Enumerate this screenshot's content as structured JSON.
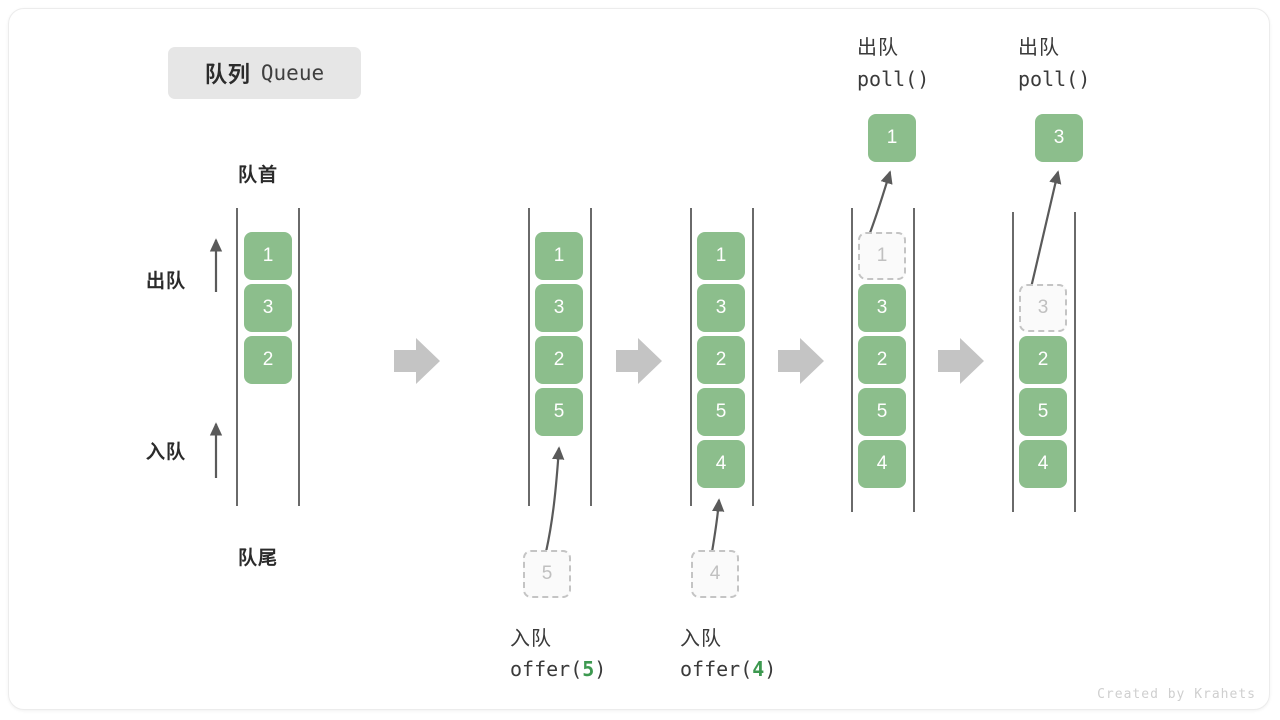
{
  "title": {
    "cn": "队列",
    "en": "Queue"
  },
  "credit": "Created by Krahets",
  "colors": {
    "element_fill": "#8cbe8c",
    "element_text": "#ffffff",
    "ghost_border": "#c4c4c4",
    "ghost_text": "#c0c0c0",
    "rail": "#5a5a5a",
    "step_arrow": "#c4c4c4",
    "accent_green": "#3d9950",
    "badge_bg": "#e6e6e6"
  },
  "side_labels": {
    "head": "队首",
    "tail": "队尾",
    "dequeue": "出队",
    "enqueue": "入队"
  },
  "stages": [
    {
      "id": "initial",
      "cells": [
        {
          "value": "1",
          "state": "filled",
          "slot": 0
        },
        {
          "value": "3",
          "state": "filled",
          "slot": 1
        },
        {
          "value": "2",
          "state": "filled",
          "slot": 2
        }
      ],
      "top_caption": null,
      "popped": null,
      "incoming": null,
      "bottom_caption": null
    },
    {
      "id": "offer-5",
      "cells": [
        {
          "value": "1",
          "state": "filled",
          "slot": 0
        },
        {
          "value": "3",
          "state": "filled",
          "slot": 1
        },
        {
          "value": "2",
          "state": "filled",
          "slot": 2
        },
        {
          "value": "5",
          "state": "filled",
          "slot": 3
        }
      ],
      "top_caption": null,
      "popped": null,
      "incoming": {
        "value": "5"
      },
      "bottom_caption": {
        "cn": "入队",
        "fn_prefix": "offer(",
        "fn_arg": "5",
        "fn_suffix": ")"
      }
    },
    {
      "id": "offer-4",
      "cells": [
        {
          "value": "1",
          "state": "filled",
          "slot": 0
        },
        {
          "value": "3",
          "state": "filled",
          "slot": 1
        },
        {
          "value": "2",
          "state": "filled",
          "slot": 2
        },
        {
          "value": "5",
          "state": "filled",
          "slot": 3
        },
        {
          "value": "4",
          "state": "filled",
          "slot": 4
        }
      ],
      "top_caption": null,
      "popped": null,
      "incoming": {
        "value": "4"
      },
      "bottom_caption": {
        "cn": "入队",
        "fn_prefix": "offer(",
        "fn_arg": "4",
        "fn_suffix": ")"
      }
    },
    {
      "id": "poll-1",
      "cells": [
        {
          "value": "1",
          "state": "ghost",
          "slot": 0
        },
        {
          "value": "3",
          "state": "filled",
          "slot": 1
        },
        {
          "value": "2",
          "state": "filled",
          "slot": 2
        },
        {
          "value": "5",
          "state": "filled",
          "slot": 3
        },
        {
          "value": "4",
          "state": "filled",
          "slot": 4
        }
      ],
      "top_caption": {
        "cn": "出队",
        "fn": "poll()"
      },
      "popped": {
        "value": "1"
      },
      "incoming": null,
      "bottom_caption": null
    },
    {
      "id": "poll-3",
      "cells": [
        {
          "value": "3",
          "state": "ghost",
          "slot": 1
        },
        {
          "value": "2",
          "state": "filled",
          "slot": 2
        },
        {
          "value": "5",
          "state": "filled",
          "slot": 3
        },
        {
          "value": "4",
          "state": "filled",
          "slot": 4
        }
      ],
      "top_caption": {
        "cn": "出队",
        "fn": "poll()"
      },
      "popped": {
        "value": "3"
      },
      "incoming": null,
      "bottom_caption": null
    }
  ]
}
